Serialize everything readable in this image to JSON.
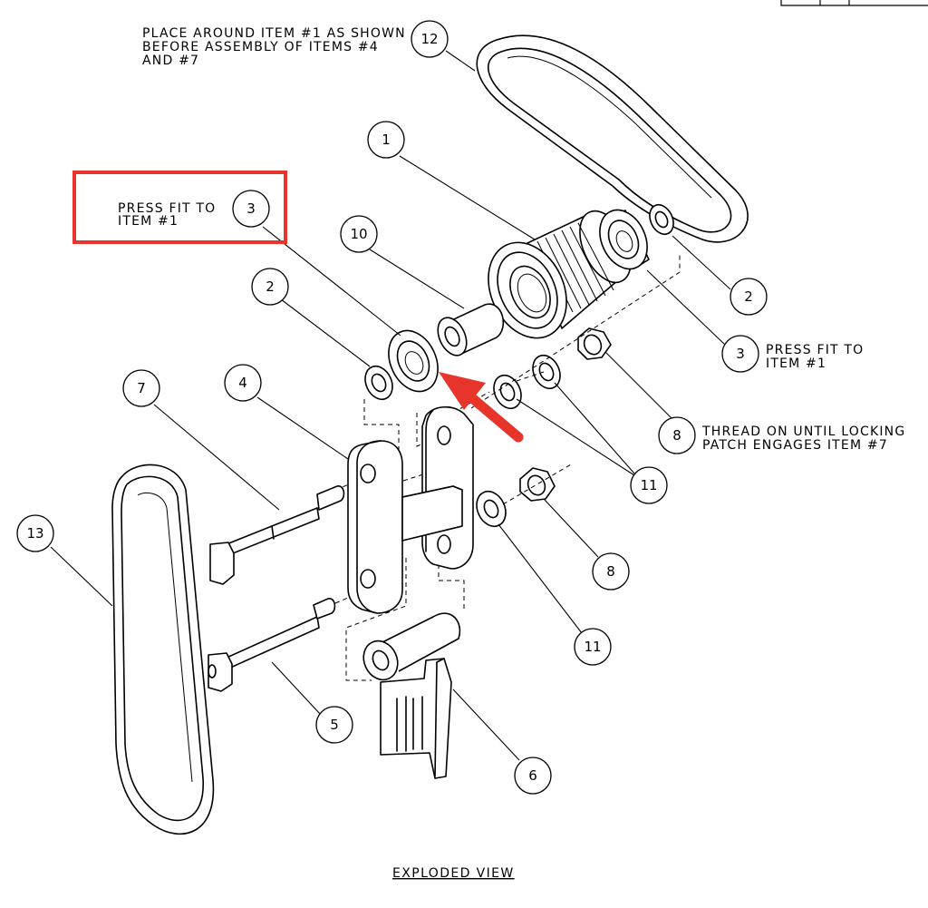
{
  "view_title": "EXPLODED VIEW",
  "notes": {
    "belt_note": [
      "PLACE AROUND ITEM #1 AS SHOWN",
      "BEFORE ASSEMBLY OF ITEMS #4",
      "AND #7"
    ],
    "press_fit_left": [
      "PRESS FIT TO",
      "ITEM #1"
    ],
    "press_fit_right": [
      "PRESS FIT TO",
      "ITEM #1"
    ],
    "thread_note": [
      "THREAD ON UNTIL LOCKING",
      "PATCH ENGAGES ITEM #7"
    ]
  },
  "balloons": [
    {
      "id": "balloon-12",
      "label": "12"
    },
    {
      "id": "balloon-1",
      "label": "1"
    },
    {
      "id": "balloon-3-left",
      "label": "3"
    },
    {
      "id": "balloon-10",
      "label": "10"
    },
    {
      "id": "balloon-2-left",
      "label": "2"
    },
    {
      "id": "balloon-2-right",
      "label": "2"
    },
    {
      "id": "balloon-3-right",
      "label": "3"
    },
    {
      "id": "balloon-7",
      "label": "7"
    },
    {
      "id": "balloon-4",
      "label": "4"
    },
    {
      "id": "balloon-8-upper",
      "label": "8"
    },
    {
      "id": "balloon-11-upper",
      "label": "11"
    },
    {
      "id": "balloon-13",
      "label": "13"
    },
    {
      "id": "balloon-8-lower",
      "label": "8"
    },
    {
      "id": "balloon-11-lower",
      "label": "11"
    },
    {
      "id": "balloon-5",
      "label": "5"
    },
    {
      "id": "balloon-6",
      "label": "6"
    }
  ],
  "highlight": {
    "box_color": "#e8352b",
    "arrow_color": "#e8352b"
  }
}
